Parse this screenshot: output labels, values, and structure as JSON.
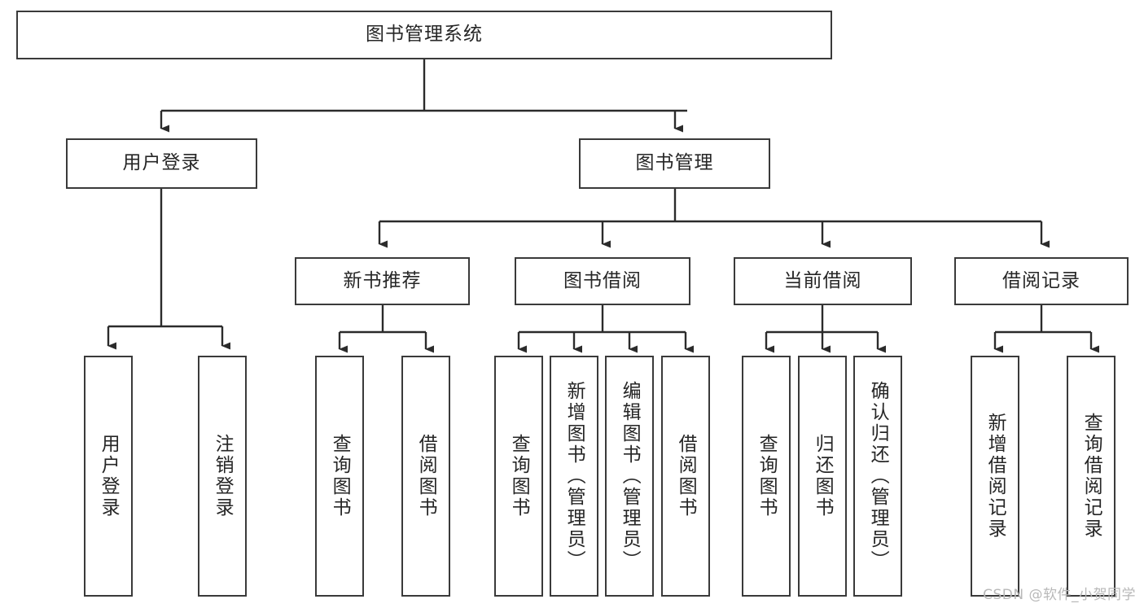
{
  "diagram": {
    "type": "tree-hierarchy-diagram",
    "title": "图书管理系统",
    "orientation": "top-down",
    "colors": {
      "box_border": "#3a3a3a",
      "box_fill": "#ffffff",
      "connector": "#2b2b2b",
      "text": "#262626",
      "watermark": "#b8b8b8",
      "background": "#ffffff"
    },
    "root": {
      "id": "root",
      "label": "图书管理系统"
    },
    "level2": [
      {
        "id": "user-login",
        "label": "用户登录"
      },
      {
        "id": "book-management",
        "label": "图书管理"
      }
    ],
    "level3": [
      {
        "id": "new-book-recommend",
        "label": "新书推荐",
        "parent": "book-management"
      },
      {
        "id": "book-borrow",
        "label": "图书借阅",
        "parent": "book-management"
      },
      {
        "id": "current-borrow",
        "label": "当前借阅",
        "parent": "book-management"
      },
      {
        "id": "borrow-record",
        "label": "借阅记录",
        "parent": "book-management"
      }
    ],
    "leaves": [
      {
        "id": "leaf-user-login",
        "label": "用户登录",
        "parent": "user-login"
      },
      {
        "id": "leaf-logout-login",
        "label": "注销登录",
        "parent": "user-login"
      },
      {
        "id": "leaf-query-book-1",
        "label": "查询图书",
        "parent": "new-book-recommend"
      },
      {
        "id": "leaf-borrow-book-1",
        "label": "借阅图书",
        "parent": "new-book-recommend"
      },
      {
        "id": "leaf-query-book-2",
        "label": "查询图书",
        "parent": "book-borrow"
      },
      {
        "id": "leaf-add-book",
        "label": "新增图书（管理员）",
        "parent": "book-borrow"
      },
      {
        "id": "leaf-edit-book",
        "label": "编辑图书（管理员）",
        "parent": "book-borrow"
      },
      {
        "id": "leaf-borrow-book-2",
        "label": "借阅图书",
        "parent": "book-borrow"
      },
      {
        "id": "leaf-query-book-3",
        "label": "查询图书",
        "parent": "current-borrow"
      },
      {
        "id": "leaf-return-book",
        "label": "归还图书",
        "parent": "current-borrow"
      },
      {
        "id": "leaf-confirm-return",
        "label": "确认归还（管理员）",
        "parent": "current-borrow"
      },
      {
        "id": "leaf-add-record",
        "label": "新增借阅记录",
        "parent": "borrow-record"
      },
      {
        "id": "leaf-query-record",
        "label": "查询借阅记录",
        "parent": "borrow-record"
      }
    ]
  },
  "watermark": {
    "text": "CSDN @软件_小贺同学"
  }
}
